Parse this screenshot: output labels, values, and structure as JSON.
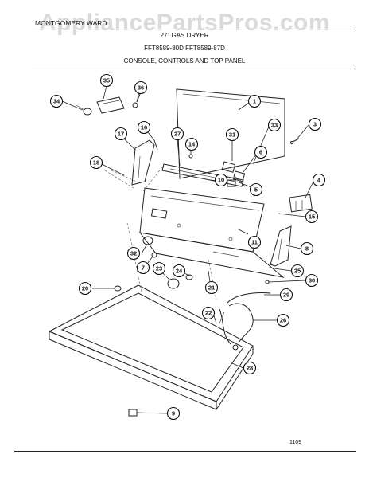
{
  "header": {
    "section_title": "MONTGOMERY WARD",
    "watermark": "AppliancePartsPros.com",
    "subtitle": "27\" GAS DRYER",
    "models": "FFT8589-80D   FFT8589-87D",
    "group_title": "CONSOLE, CONTROLS AND TOP PANEL"
  },
  "footer": {
    "page_code": "1109"
  },
  "callouts": [
    {
      "id": "callout-1",
      "label": "1"
    },
    {
      "id": "callout-3",
      "label": "3"
    },
    {
      "id": "callout-33",
      "label": "33"
    },
    {
      "id": "callout-31",
      "label": "31"
    },
    {
      "id": "callout-6",
      "label": "6"
    },
    {
      "id": "callout-5",
      "label": "5"
    },
    {
      "id": "callout-4",
      "label": "4"
    },
    {
      "id": "callout-15",
      "label": "15"
    },
    {
      "id": "callout-8",
      "label": "8"
    },
    {
      "id": "callout-25",
      "label": "25"
    },
    {
      "id": "callout-30",
      "label": "30"
    },
    {
      "id": "callout-29",
      "label": "29"
    },
    {
      "id": "callout-26",
      "label": "26"
    },
    {
      "id": "callout-28",
      "label": "28"
    },
    {
      "id": "callout-9",
      "label": "9"
    },
    {
      "id": "callout-35",
      "label": "35"
    },
    {
      "id": "callout-36",
      "label": "36"
    },
    {
      "id": "callout-34",
      "label": "34"
    },
    {
      "id": "callout-17",
      "label": "17"
    },
    {
      "id": "callout-16",
      "label": "16"
    },
    {
      "id": "callout-27",
      "label": "27"
    },
    {
      "id": "callout-14",
      "label": "14"
    },
    {
      "id": "callout-18",
      "label": "18"
    },
    {
      "id": "callout-10",
      "label": "10"
    },
    {
      "id": "callout-11",
      "label": "11"
    },
    {
      "id": "callout-32",
      "label": "32"
    },
    {
      "id": "callout-7",
      "label": "7"
    },
    {
      "id": "callout-23",
      "label": "23"
    },
    {
      "id": "callout-24",
      "label": "24"
    },
    {
      "id": "callout-21",
      "label": "21"
    },
    {
      "id": "callout-20",
      "label": "20"
    },
    {
      "id": "callout-22",
      "label": "22"
    }
  ]
}
